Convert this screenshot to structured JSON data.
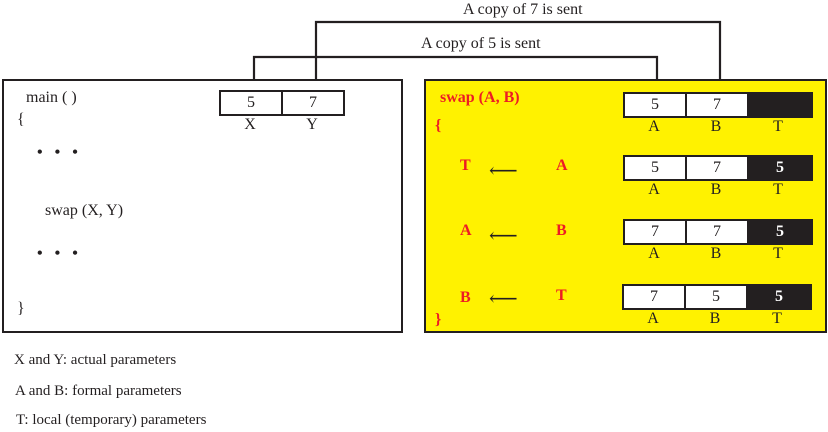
{
  "annotations": {
    "copy_of_7": "A copy of 7 is sent",
    "copy_of_5": "A copy of 5 is sent"
  },
  "main": {
    "header": "main ( )",
    "open_brace": "{",
    "dots_1": "• • •",
    "call": "swap (X, Y)",
    "dots_2": "• • •",
    "close_brace": "}",
    "variables": [
      {
        "name": "X",
        "value": "5"
      },
      {
        "name": "Y",
        "value": "7"
      }
    ]
  },
  "swap": {
    "header": "swap (A, B)",
    "open_brace": "{",
    "close_brace": "}",
    "initial": {
      "A": "5",
      "B": "7",
      "T": ""
    },
    "steps": [
      {
        "target": "T",
        "source": "A",
        "A": "5",
        "B": "7",
        "T": "5"
      },
      {
        "target": "A",
        "source": "B",
        "A": "7",
        "B": "7",
        "T": "5"
      },
      {
        "target": "B",
        "source": "T",
        "A": "7",
        "B": "5",
        "T": "5"
      }
    ],
    "labels": {
      "a": "A",
      "b": "B",
      "t": "T"
    }
  },
  "legend": [
    "X and Y: actual parameters",
    "A and B: formal parameters",
    "T: local (temporary) parameters"
  ],
  "colors": {
    "yellow": "#fff200",
    "red": "#ed1c24",
    "dark": "#231f20"
  }
}
